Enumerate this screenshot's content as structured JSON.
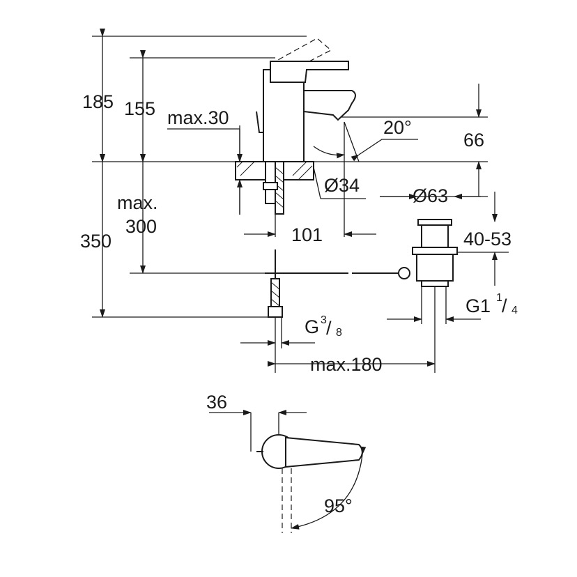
{
  "dimensions": {
    "height_total": "185",
    "height_spout": "155",
    "max_deck": "max.30",
    "angle_spout": "20°",
    "spout_height": "66",
    "hole_diameter": "Ø34",
    "max_label": "max.",
    "max_300": "300",
    "depth_350": "350",
    "waste_diameter": "Ø63",
    "spout_reach": "101",
    "waste_range": "40-53",
    "waste_thread_main": "G1",
    "waste_thread_num": "1",
    "waste_thread_den": "4",
    "supply_thread_main": "G",
    "supply_thread_num": "3",
    "supply_thread_den": "8",
    "max_180": "max.180",
    "handle_offset": "36",
    "handle_rotation": "95°"
  }
}
